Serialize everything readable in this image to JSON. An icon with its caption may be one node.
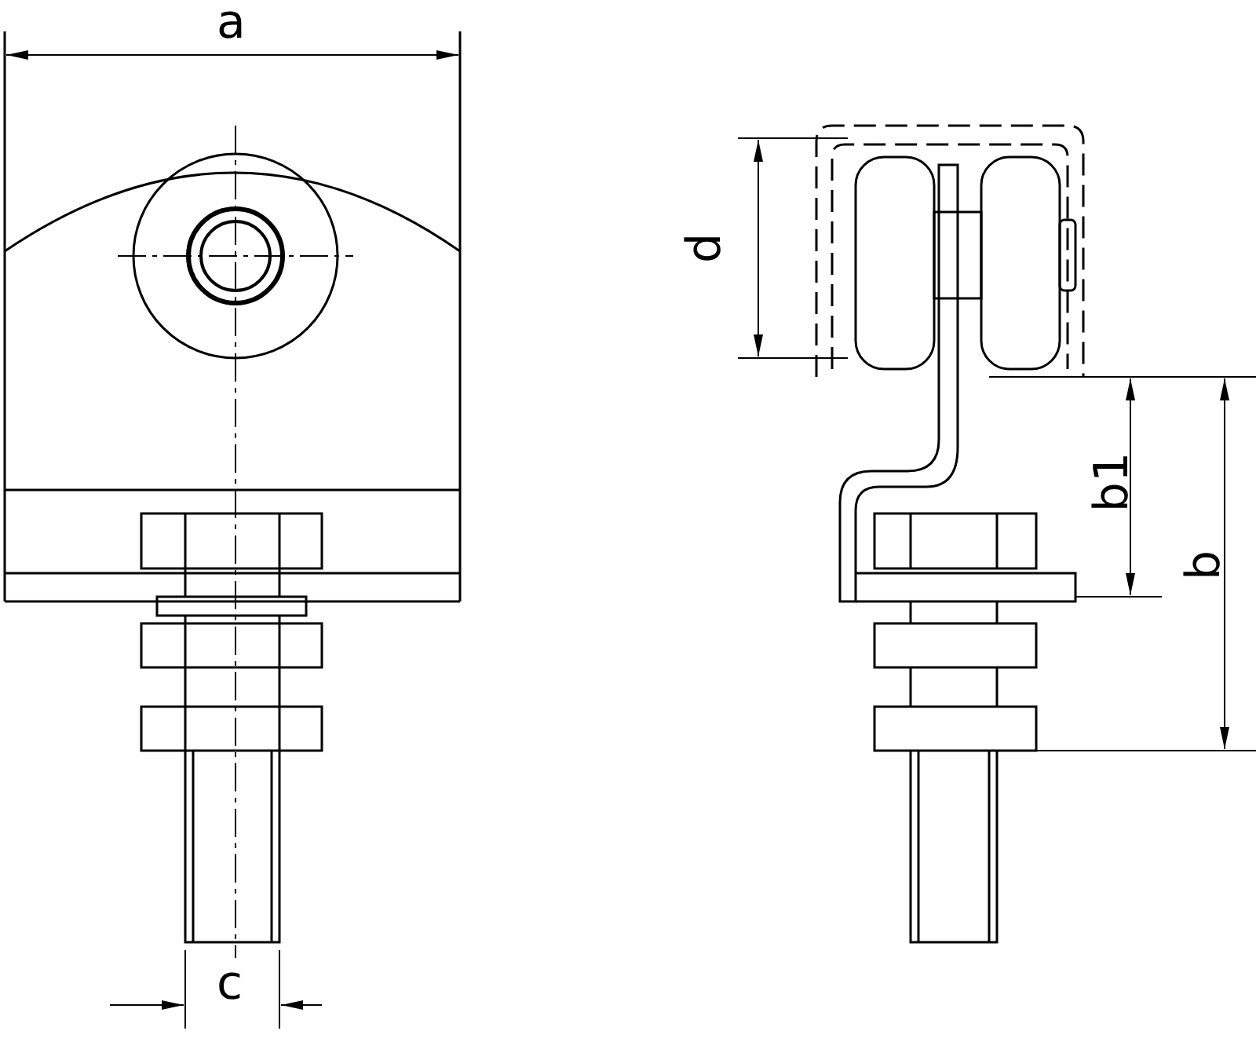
{
  "diagram": {
    "labels": [
      "a",
      "d",
      "b1",
      "b",
      "c"
    ]
  }
}
